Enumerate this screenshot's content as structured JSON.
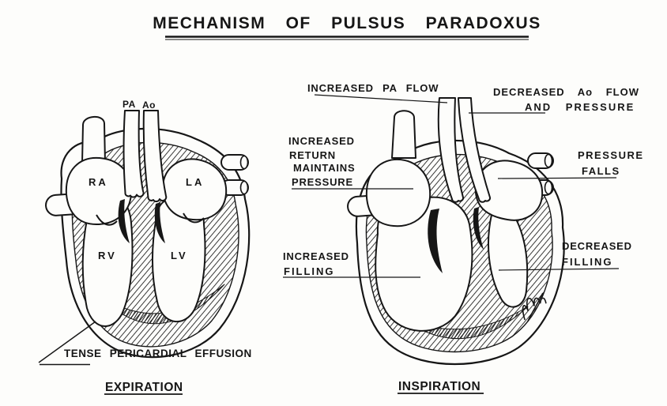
{
  "meta": {
    "figure_type": "medical line drawing, scanned book figure",
    "ink_color": "#161616",
    "paper_color": "#fdfdfb"
  },
  "title": {
    "text": "MECHANISM OF PULSUS PARADOXUS"
  },
  "expiration_panel": {
    "caption": "EXPIRATION",
    "vessels": {
      "pa": "PA",
      "ao": "Ao"
    },
    "chambers": {
      "right_atrium": "RA",
      "left_atrium": "LA",
      "right_ventricle": "RV",
      "left_ventricle": "LV"
    },
    "annotation_effusion": "TENSE PERICARDIAL EFFUSION"
  },
  "inspiration_panel": {
    "caption": "INSPIRATION",
    "annotations": {
      "increased_pa_flow": "INCREASED PA FLOW",
      "decreased_ao_flow_line1": "DECREASED Ao FLOW",
      "decreased_ao_flow_line2": "AND PRESSURE",
      "increased_return_line1": "INCREASED",
      "increased_return_line2": "RETURN",
      "increased_return_line3": "MAINTAINS",
      "increased_return_line4": "PRESSURE",
      "pressure_falls_line1": "PRESSURE",
      "pressure_falls_line2": "FALLS",
      "increased_filling_line1": "INCREASED",
      "increased_filling_line2": "FILLING",
      "decreased_filling_line1": "DECREASED",
      "decreased_filling_line2": "FILLING"
    }
  }
}
